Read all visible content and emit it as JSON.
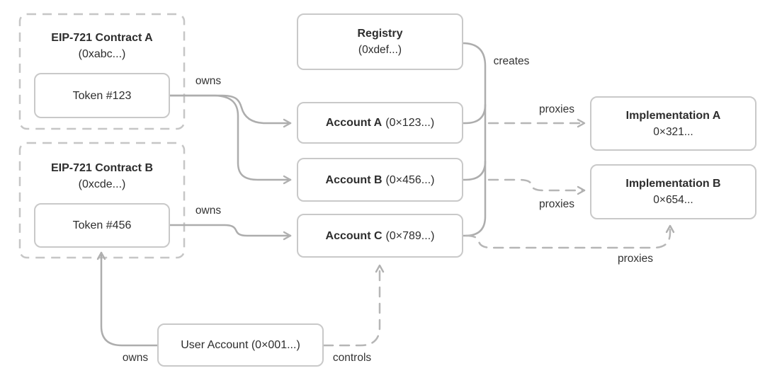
{
  "colors": {
    "connector_solid": "#adadad",
    "connector_dashed": "#b6b6b6",
    "box_border": "#c9c9c9",
    "container_border": "#c6c6c6",
    "text": "#2d2d2d"
  },
  "containers": {
    "contract_a": {
      "title": "EIP-721 Contract A",
      "address": "(0xabc...)"
    },
    "contract_b": {
      "title": "EIP-721 Contract B",
      "address": "(0xcde...)"
    }
  },
  "nodes": {
    "token_123": {
      "label": "Token #123"
    },
    "token_456": {
      "label": "Token #456"
    },
    "registry": {
      "title": "Registry",
      "address": "(0xdef...)"
    },
    "account_a": {
      "name": "Account A",
      "address": "(0×123...)"
    },
    "account_b": {
      "name": "Account B",
      "address": "(0×456...)"
    },
    "account_c": {
      "name": "Account C",
      "address": "(0×789...)"
    },
    "implementation_a": {
      "title": "Implementation A",
      "address": "0×321..."
    },
    "implementation_b": {
      "title": "Implementation B",
      "address": "0×654..."
    },
    "user_account": {
      "label": "User Account (0×001...)"
    }
  },
  "edge_labels": {
    "owns_token123": "owns",
    "owns_token456": "owns",
    "owns_user": "owns",
    "creates": "creates",
    "proxies_a": "proxies",
    "proxies_b": "proxies",
    "proxies_c": "proxies",
    "controls": "controls"
  }
}
